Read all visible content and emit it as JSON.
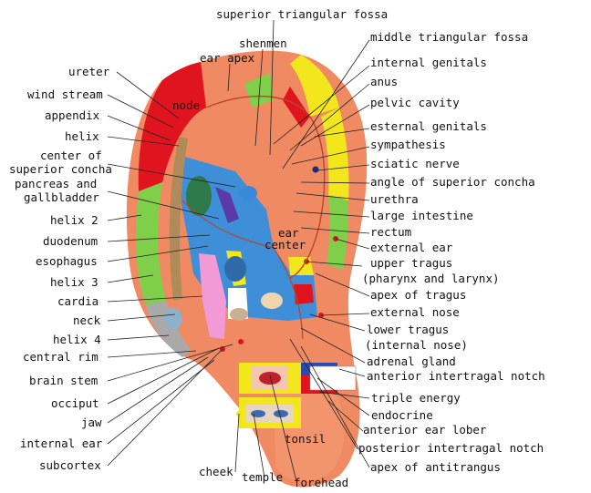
{
  "labels": {
    "superior_triangular_fossa": "superior triangular fossa",
    "shenmen": "shenmen",
    "ear_apex": "ear apex",
    "middle_triangular_fossa": "middle triangular fossa",
    "internal_genitals": "internal genitals",
    "anus": "anus",
    "pelvic_cavity": "pelvic cavity",
    "esternal_genitals": "esternal genitals",
    "sympathesis": "sympathesis",
    "sciatic_nerve": "sciatic nerve",
    "angle_of_superior_concha": "angle of superior concha",
    "urethra": "urethra",
    "large_intestine": "large intestine",
    "rectum": "rectum",
    "external_ear": "external ear",
    "upper_tragus": "upper tragus",
    "pharynx_and_larynx": "(pharynx and larynx)",
    "apex_of_tragus": "apex of tragus",
    "external_nose": "external nose",
    "lower_tragus": "lower tragus",
    "internal_nose": "(internal nose)",
    "adrenal_gland": "adrenal gland",
    "anterior_intertragal_notch": "anterior intertragal notch",
    "triple_energy": "triple energy",
    "endocrine": "endocrine",
    "anterior_ear_lober": "anterior ear lober",
    "posterior_intertragal_notch": "posterior intertragal notch",
    "apex_of_antitrangus": "apex of antitrangus",
    "forehead": "forehead",
    "temple": "temple",
    "cheek": "cheek",
    "tonsil": "tonsil",
    "subcortex": "subcortex",
    "internal_ear": "internal ear",
    "jaw": "jaw",
    "occiput": "occiput",
    "brain_stem": "brain stem",
    "central_rim": "central rim",
    "helix_4": "helix 4",
    "neck": "neck",
    "cardia": "cardia",
    "helix_3": "helix 3",
    "esophagus": "esophagus",
    "duodenum": "duodenum",
    "helix_2": "helix 2",
    "pancreas_and": "pancreas and",
    "gallbladder": "gallbladder",
    "center_of": "center of",
    "superior_concha": "superior concha",
    "helix": "helix",
    "appendix": "appendix",
    "wind_stream": "wind stream",
    "ureter": "ureter",
    "node": "node",
    "ear": "ear",
    "center": "center"
  },
  "colors": {
    "skin": "#f08a63",
    "skin_light": "#f6ad8a",
    "skin_dark": "#d9613c",
    "red_zone": "#e0141e",
    "yellow_zone": "#f2e61c",
    "green_zone": "#7fcf4a",
    "blue_zone": "#3f8fd8",
    "pink_zone": "#f29ad6",
    "purple_zone": "#5a3aa8",
    "grey_zone": "#a0a0a0",
    "white_zone": "#ffffff"
  }
}
